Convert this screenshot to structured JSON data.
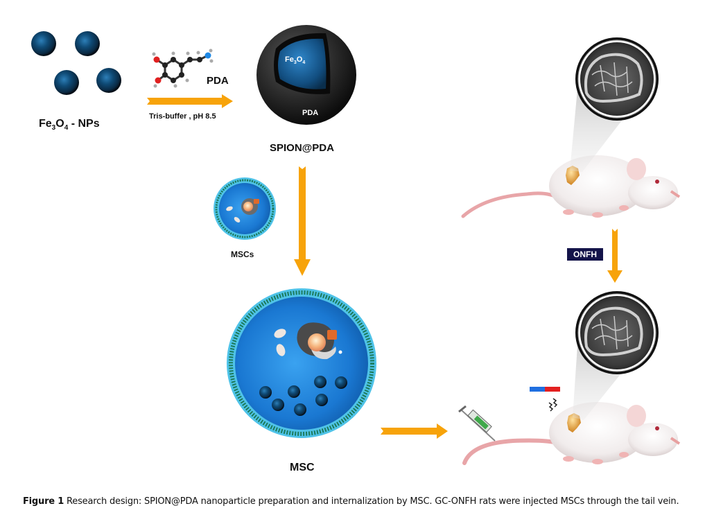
{
  "figure": {
    "caption_label": "Figure 1",
    "caption_text": "Research design: SPION@PDA nanoparticle preparation and internalization by MSC. GC-ONFH rats were injected MSCs through the tail vein."
  },
  "labels": {
    "fe3o4_nps": {
      "main": "Fe",
      "sub1": "3",
      "mid": "O",
      "sub2": "4",
      "tail": " - NPs"
    },
    "pda_molecule": "PDA",
    "reaction_condition": "Tris-buffer , pH 8.5",
    "core_fe": "Fe",
    "core_sub1": "3",
    "core_o": "O",
    "core_sub2": "4",
    "shell": "PDA",
    "spion_pda": "SPION@PDA",
    "mscs": "MSCs",
    "msc": "MSC",
    "onfh": "ONFH"
  },
  "colors": {
    "arrow": "#f7a30a",
    "nanoparticle": "#0d3a5c",
    "cell_body": "#1e7fd6",
    "membrane_outer": "#4fc3e8",
    "membrane_inner": "#1c7a5a",
    "onfh_badge": "#14144a",
    "magnet_north": "#e32020",
    "magnet_south": "#1f6fe0"
  }
}
